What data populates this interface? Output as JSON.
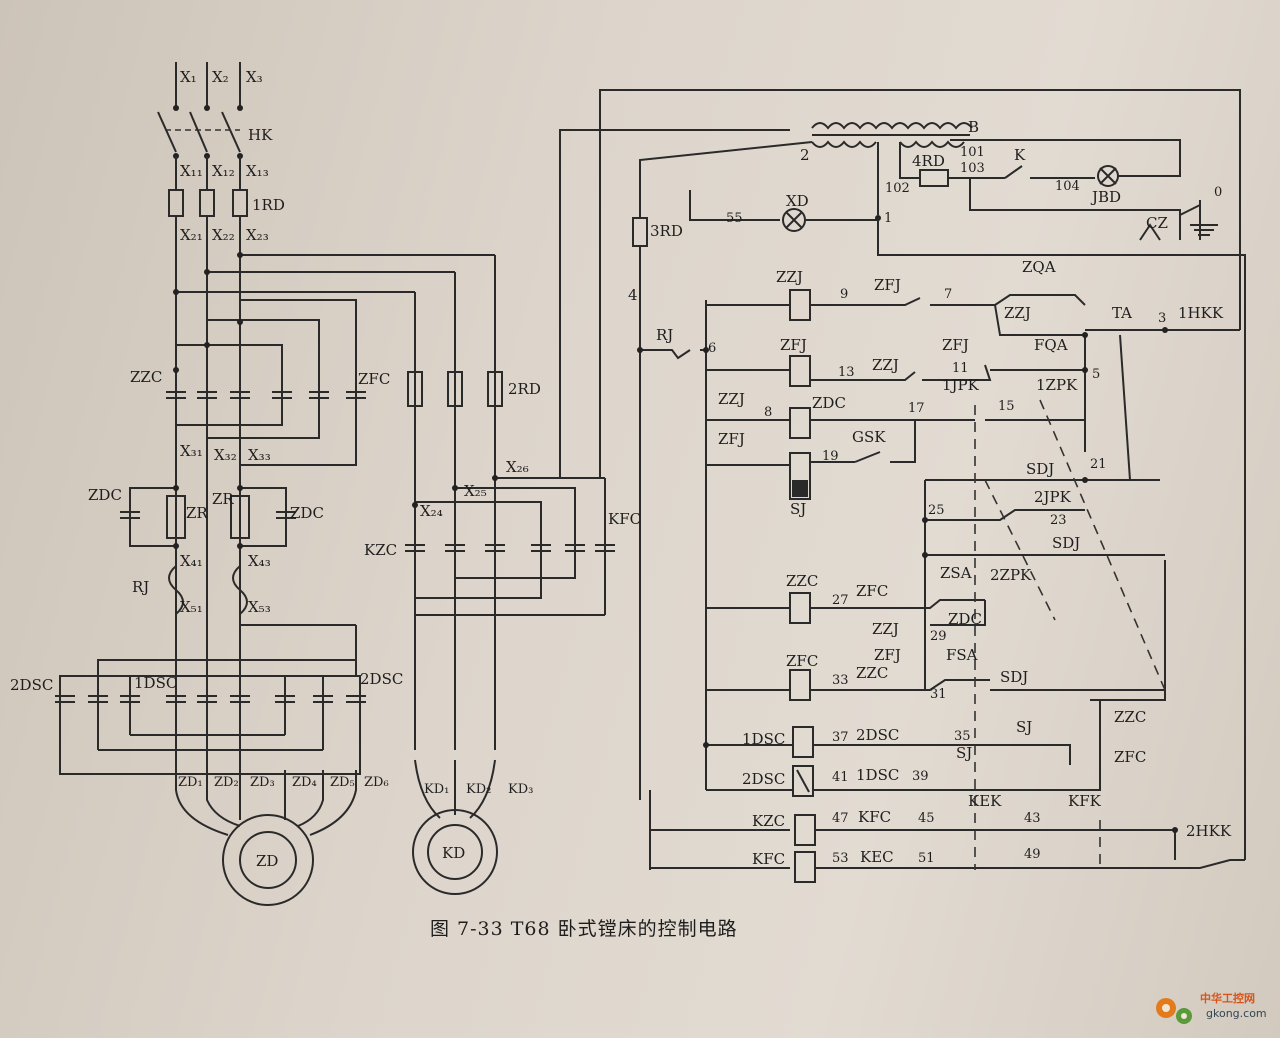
{
  "caption": "图 7-33   T68 卧式镗床的控制电路",
  "watermark": {
    "brand": "中华工控网",
    "url": "gkong.com"
  },
  "labels": {
    "x1": "X₁",
    "x2": "X₂",
    "x3": "X₃",
    "hk": "HK",
    "x11": "X₁₁",
    "x12": "X₁₂",
    "x13": "X₁₃",
    "rd1": "1RD",
    "x21": "X₂₁",
    "x22": "X₂₂",
    "x23": "X₂₃",
    "zzc": "ZZC",
    "zfc": "ZFC",
    "x31": "X₃₁",
    "x32": "X₃₂",
    "x33": "X₃₃",
    "zdc_l": "ZDC",
    "zr_l": "ZR",
    "zr_r": "ZR",
    "zdc_r": "ZDC",
    "x41": "X₄₁",
    "x43": "X₄₃",
    "rj": "RJ",
    "x51": "X₅₁",
    "x53": "X₅₃",
    "dsc2_l": "2DSC",
    "dsc1": "1DSC",
    "dsc2_r": "2DSC",
    "zd1": "ZD₁",
    "zd2": "ZD₂",
    "zd3": "ZD₃",
    "zd4": "ZD₄",
    "zd5": "ZD₅",
    "zd6": "ZD₆",
    "zd": "ZD",
    "rd2": "2RD",
    "x24": "X₂₄",
    "x25": "X₂₅",
    "x26": "X₂₆",
    "kzc": "KZC",
    "kfc": "KFC",
    "kd1": "KD₁",
    "kd2": "KD₂",
    "kd3": "KD₃",
    "kd": "KD",
    "b": "B",
    "n2": "2",
    "n101": "101",
    "n103": "103",
    "n102": "102",
    "rd4": "4RD",
    "k": "K",
    "n104": "104",
    "jbd": "JBD",
    "cz": "CZ",
    "n0": "0",
    "xd": "XD",
    "n55": "55",
    "n1": "1",
    "rd3": "3RD",
    "n4": "4",
    "c_zzj": "ZZJ",
    "n9": "9",
    "c_zfj": "ZFJ",
    "n7": "7",
    "zqa": "ZQA",
    "zzj_c": "ZZJ",
    "ta": "TA",
    "n3": "3",
    "hkk1": "1HKK",
    "rj2": "RJ",
    "n6": "6",
    "zfj_coil": "ZFJ",
    "n13": "13",
    "zzj_c2": "ZZJ",
    "zfj_c2": "ZFJ",
    "n11": "11",
    "fqa": "FQA",
    "n5": "5",
    "zzj_c3": "ZZJ",
    "n8": "8",
    "zdc_coil": "ZDC",
    "n17": "17",
    "jpk1": "1JPK",
    "n15": "15",
    "zpk1": "1ZPK",
    "zfj_c3": "ZFJ",
    "gsk": "GSK",
    "n19": "19",
    "sdj1": "SDJ",
    "n21": "21",
    "sj_coil": "SJ",
    "n25": "25",
    "jpk2": "2JPK",
    "n23": "23",
    "sdj2": "SDJ",
    "zpk2": "2ZPK",
    "zzc_coil": "ZZC",
    "n27": "27",
    "zfc_c": "ZFC",
    "zsa": "ZSA",
    "zzj_c4": "ZZJ",
    "n29": "29",
    "zdc_c": "ZDC",
    "zfc_coil": "ZFC",
    "n33": "33",
    "zzc_c": "ZZC",
    "zfj_c4": "ZFJ",
    "fsa": "FSA",
    "n31": "31",
    "sdj3": "SDJ",
    "zzc_r": "ZZC",
    "zfc_r": "ZFC",
    "dsc1_coil": "1DSC",
    "n37": "37",
    "dsc2_c": "2DSC",
    "n35": "35",
    "sj_c": "SJ",
    "dsc2_coil": "2DSC",
    "n41": "41",
    "dsc1_c": "1DSC",
    "n39": "39",
    "sj_c2": "SJ",
    "kzc_coil": "KZC",
    "n47": "47",
    "kfc_c": "KFC",
    "n45": "45",
    "kek": "KEK",
    "n43": "43",
    "kfk": "KFK",
    "hkk2": "2HKK",
    "kfc_coil": "KFC",
    "n53": "53",
    "kec": "KEC",
    "n51": "51",
    "n49": "49"
  }
}
